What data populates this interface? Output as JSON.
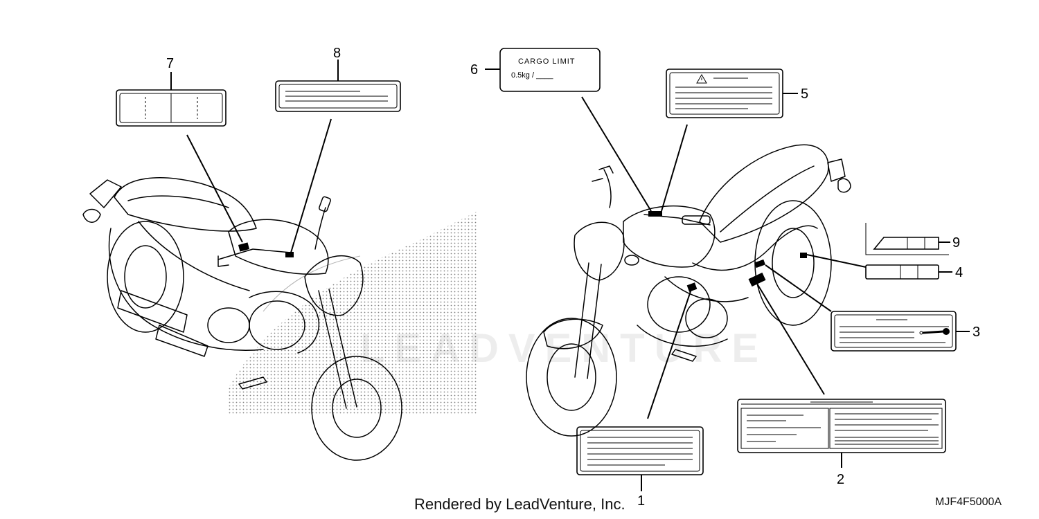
{
  "callouts": {
    "c1": "1",
    "c2": "2",
    "c3": "3",
    "c4": "4",
    "c5": "5",
    "c6": "6",
    "c7": "7",
    "c8": "8",
    "c9": "9"
  },
  "cargo_label": {
    "line1": "CARGO LIMIT",
    "line2": "0.5kg  /  ____"
  },
  "footer": {
    "credit": "Rendered by LeadVenture, Inc.",
    "code": "MJF4F5000A"
  },
  "watermark": "LEADVENTURE",
  "icons": [
    "warning-triangle-icon",
    "wrench-icon"
  ]
}
